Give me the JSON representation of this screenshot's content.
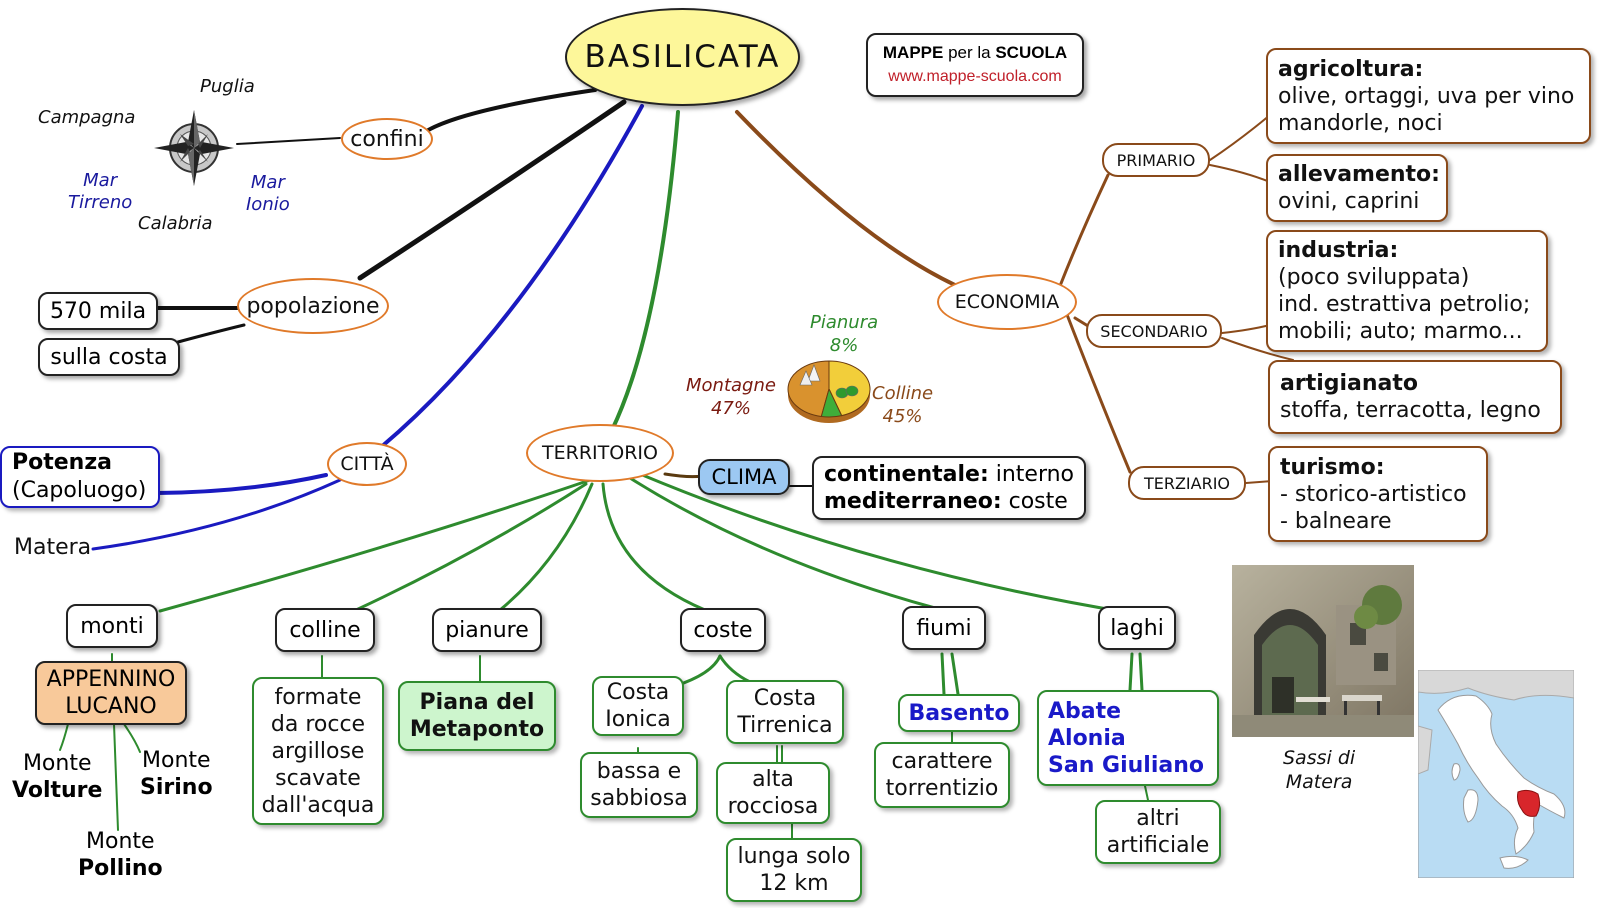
{
  "title": "BASILICATA",
  "brand": {
    "line1_a": "MAPPE",
    "line1_b": " per la ",
    "line1_c": "SCUOLA",
    "url": "www.mappe-scuola.com"
  },
  "confini": {
    "label": "confini",
    "compass": {
      "north": "Puglia",
      "west": "Campagna",
      "south": "Calabria",
      "sw": "Mar\nTirreno",
      "se": "Mar\nIonio"
    }
  },
  "popolazione": {
    "label": "popolazione",
    "count": "570 mila",
    "where": "sulla costa"
  },
  "citta": {
    "label": "CITTÀ",
    "capital_name": "Potenza",
    "capital_note": "(Capoluogo)",
    "other": "Matera"
  },
  "territorio": {
    "label": "TERRITORIO",
    "monti": {
      "label": "monti",
      "range": "APPENNINO\nLUCANO",
      "peaks": [
        {
          "pre": "Monte",
          "name": "Volture"
        },
        {
          "pre": "Monte",
          "name": "Sirino"
        },
        {
          "pre": "Monte",
          "name": "Pollino"
        }
      ]
    },
    "colline": {
      "label": "colline",
      "desc": "formate\nda rocce\nargillose\nscavate\ndall'acqua"
    },
    "pianure": {
      "label": "pianure",
      "main": "Piana del\nMetaponto"
    },
    "coste": {
      "label": "coste",
      "ionica": "Costa\nIonica",
      "ionica_desc": "bassa e\nsabbiosa",
      "tirrenica": "Costa\nTirrenica",
      "tirrenica_desc": "alta\nrocciosa",
      "tirrenica_len": "lunga solo\n12 km"
    },
    "fiumi": {
      "label": "fiumi",
      "name": "Basento",
      "desc": "carattere\ntorrentizio"
    },
    "laghi": {
      "label": "laghi",
      "names": "Abate\nAlonia\nSan Giuliano",
      "other": "altri\nartificiale"
    }
  },
  "clima": {
    "label": "CLIMA",
    "line1_b": "continentale:",
    "line1": " interno",
    "line2_b": "mediterraneo:",
    "line2": " coste"
  },
  "chart_data": {
    "type": "pie",
    "categories": [
      "Montagne",
      "Colline",
      "Pianura"
    ],
    "values": [
      47,
      45,
      8
    ],
    "labels": [
      "Montagne\n47%",
      "Colline\n45%",
      "Pianura\n8%"
    ],
    "colors": [
      "#d9922e",
      "#f2ce3a",
      "#3fae3a"
    ]
  },
  "economia": {
    "label": "ECONOMIA",
    "primario": "PRIMARIO",
    "secondario": "SECONDARIO",
    "terziario": "TERZIARIO",
    "agricoltura_t": "agricoltura:",
    "agricoltura": "olive, ortaggi, uva per vino\nmandorle, noci",
    "allevamento_t": "allevamento:",
    "allevamento": "ovini, caprini",
    "industria_t": "industria:",
    "industria": "(poco sviluppata)\nind. estrattiva petrolio;\nmobili; auto; marmo...",
    "artigianato_t": "artigianato",
    "artigianato": "stoffa, terracotta, legno",
    "turismo_t": "turismo:",
    "turismo": "- storico-artistico\n- balneare"
  },
  "photo_caption": "Sassi di\nMatera",
  "colors": {
    "title_fill": "#fdf79a",
    "clima_fill": "#9cc8f2",
    "appennino_fill": "#f8c99a",
    "metaponto_fill": "#cdf5cd",
    "region_red": "#d8262b"
  }
}
